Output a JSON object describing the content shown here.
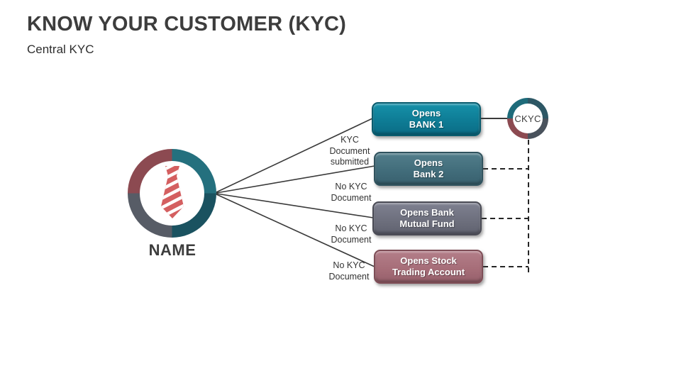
{
  "header": {
    "title": "KNOW YOUR CUSTOMER (KYC)",
    "subtitle": "Central KYC"
  },
  "person": {
    "label": "NAME",
    "icon": "tie-icon"
  },
  "boxes": [
    {
      "line1": "Opens",
      "line2": "BANK 1",
      "fill": "#0e7c95"
    },
    {
      "line1": "Opens",
      "line2": "Bank 2",
      "fill": "#426d7b"
    },
    {
      "line1": "Opens Bank",
      "line2": "Mutual Fund",
      "fill": "#6e707e"
    },
    {
      "line1": "Opens Stock",
      "line2": "Trading Account",
      "fill": "#a76e79"
    }
  ],
  "edge_labels": [
    {
      "lines": [
        "KYC",
        "Document",
        "submitted"
      ]
    },
    {
      "lines": [
        "No KYC",
        "Document"
      ]
    },
    {
      "lines": [
        "No KYC",
        "Document"
      ]
    },
    {
      "lines": [
        "No KYC",
        "Document"
      ]
    }
  ],
  "ckyc": {
    "label": "CKYC"
  },
  "colors": {
    "title_text": "#3d3d3d",
    "ring_teal": "#24707e",
    "ring_dark_teal": "#1a5260",
    "ring_gray": "#575c66",
    "ring_maroon": "#8c4a51",
    "tie_red": "#d45f60",
    "connector_line": "#3a3a3a"
  }
}
